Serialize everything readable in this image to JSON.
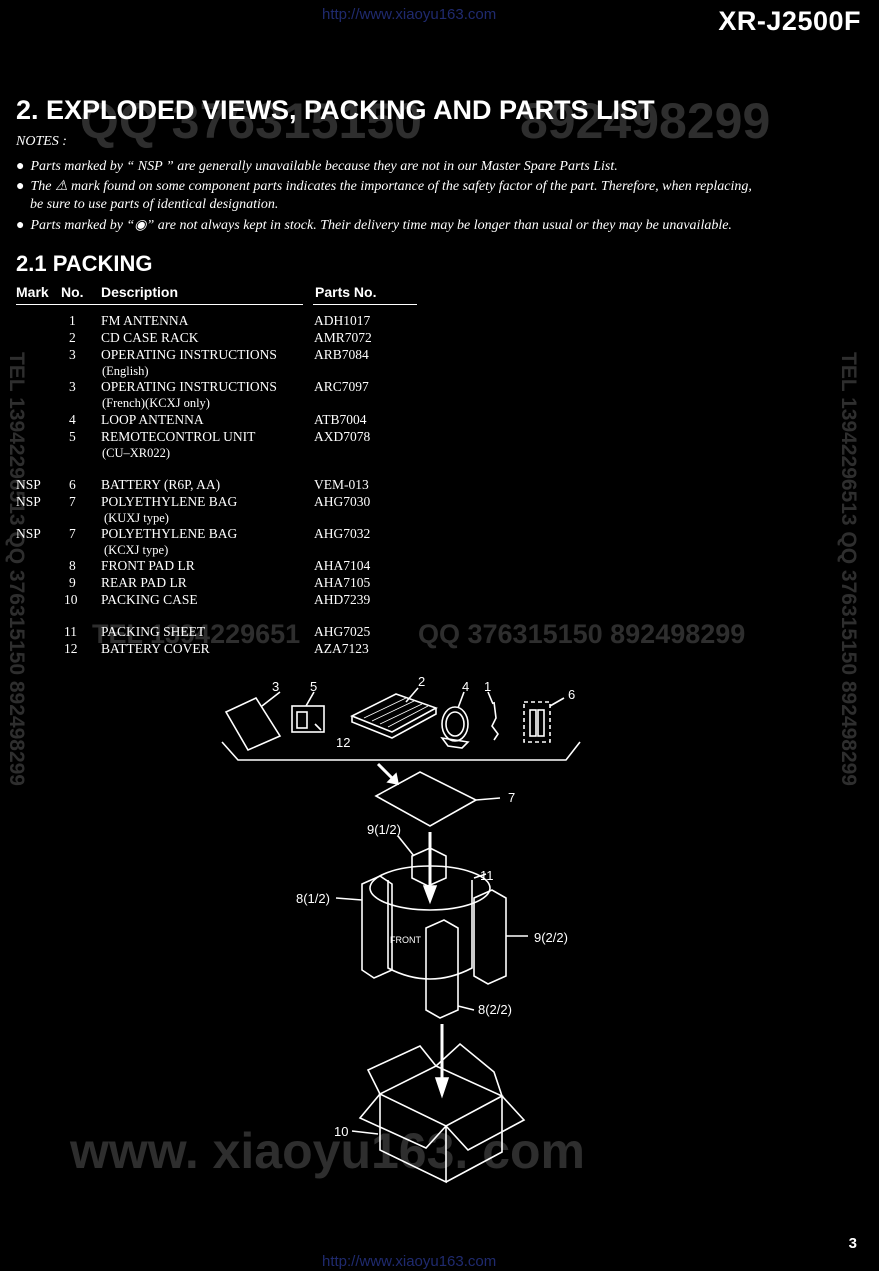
{
  "watermarks": {
    "url": "http://www.xiaoyu163.com",
    "qq_top": "QQ 376315150",
    "num_top": "892498299",
    "side": "TEL 13942296513 QQ 376315150 892498299",
    "mid_left": "TEL 1394229651",
    "mid_right": "QQ 376315150 892498299",
    "bottom_site": "www. xiaoyu163. com"
  },
  "header": {
    "model": "XR-J2500F"
  },
  "title": "2. EXPLODED VIEWS, PACKING AND PARTS LIST",
  "notes": {
    "heading": "NOTES :",
    "items": [
      "Parts marked by “ NSP ” are generally unavailable because they are not in our Master Spare Parts List.",
      "The ⚠ mark found on some component parts indicates the importance of the safety factor of the part. Therefore, when replacing,",
      "be sure to use parts of identical designation.",
      "Parts marked by “◉” are not always kept in stock. Their delivery time may be longer than usual or they may be unavailable."
    ]
  },
  "section": "2.1 PACKING",
  "table": {
    "headers": {
      "mark": "Mark",
      "no": "No.",
      "desc": "Description",
      "part": "Parts No."
    },
    "rows": [
      {
        "mark": "",
        "no": "1",
        "desc": "FM ANTENNA",
        "sub": "",
        "part": "ADH1017"
      },
      {
        "mark": "",
        "no": "2",
        "desc": "CD CASE RACK",
        "sub": "",
        "part": "AMR7072"
      },
      {
        "mark": "",
        "no": "3",
        "desc": "OPERATING INSTRUCTIONS",
        "sub": "(English)",
        "part": "ARB7084"
      },
      {
        "mark": "",
        "no": "3",
        "desc": "OPERATING INSTRUCTIONS",
        "sub": "(French)(KCXJ only)",
        "part": "ARC7097"
      },
      {
        "mark": "",
        "no": "4",
        "desc": "LOOP ANTENNA",
        "sub": "",
        "part": "ATB7004"
      },
      {
        "mark": "",
        "no": "5",
        "desc": "REMOTECONTROL UNIT",
        "sub": "(CU–XR022)",
        "part": "AXD7078"
      },
      {
        "mark": "NSP",
        "no": "6",
        "desc": "BATTERY (R6P, AA)",
        "sub": "",
        "part": "VEM-013"
      },
      {
        "mark": "NSP",
        "no": "7",
        "desc": "POLYETHYLENE BAG",
        "sub": "(KUXJ type)",
        "part": "AHG7030"
      },
      {
        "mark": "NSP",
        "no": "7",
        "desc": "POLYETHYLENE BAG",
        "sub": "(KCXJ type)",
        "part": "AHG7032"
      },
      {
        "mark": "",
        "no": "8",
        "desc": "FRONT PAD LR",
        "sub": "",
        "part": "AHA7104"
      },
      {
        "mark": "",
        "no": "9",
        "desc": "REAR PAD LR",
        "sub": "",
        "part": "AHA7105"
      },
      {
        "mark": "",
        "no": "10",
        "desc": "PACKING CASE",
        "sub": "",
        "part": "AHD7239"
      },
      {
        "mark": "",
        "no": "11",
        "desc": "PACKING SHEET",
        "sub": "",
        "part": "AHG7025"
      },
      {
        "mark": "",
        "no": "12",
        "desc": "BATTERY COVER",
        "sub": "",
        "part": "AZA7123"
      }
    ]
  },
  "diagram": {
    "labels": {
      "l3": "3",
      "l5": "5",
      "l2": "2",
      "l4": "4",
      "l1": "1",
      "l6": "6",
      "l12": "12",
      "l7": "7",
      "l9a": "9(1/2)",
      "l11": "11",
      "l8a": "8(1/2)",
      "l9b": "9(2/2)",
      "front": "FRONT",
      "l8b": "8(2/2)",
      "l10": "10"
    }
  },
  "page_number": "3"
}
